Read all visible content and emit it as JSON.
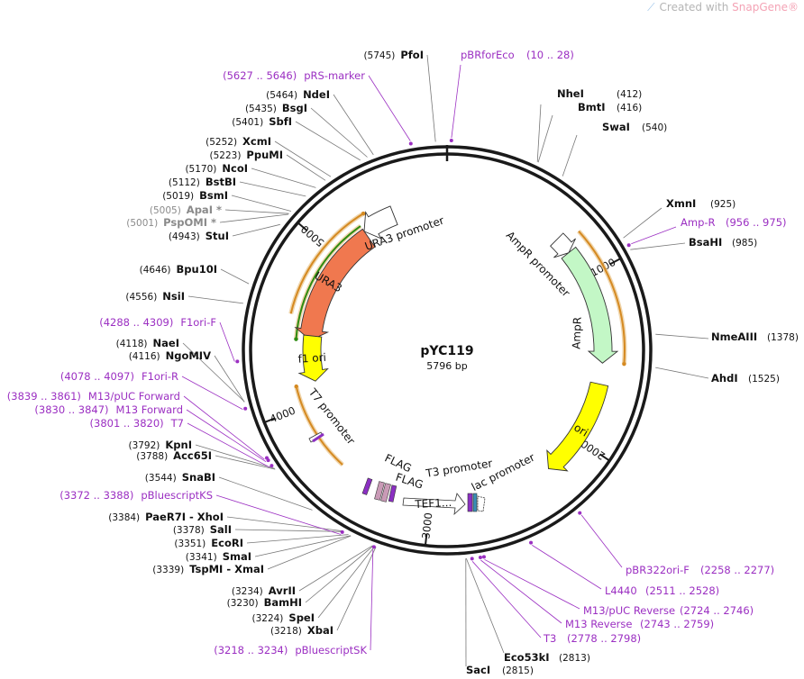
{
  "watermark": {
    "prefix": "Created with ",
    "brand": "SnapGene®"
  },
  "plasmid": {
    "name": "pYC119",
    "length_label": "5796 bp",
    "length": 5796
  },
  "ticks": [
    {
      "bp": 1000,
      "label": "1000"
    },
    {
      "bp": 2000,
      "label": "2000"
    },
    {
      "bp": 3000,
      "label": "3000"
    },
    {
      "bp": 4000,
      "label": "4000"
    },
    {
      "bp": 5000,
      "label": "5000"
    }
  ],
  "features": [
    {
      "id": "ura3",
      "label": "URA3",
      "type": "cds",
      "start": 4415,
      "end": 5235,
      "strand": -1,
      "color": "#f0784f",
      "label_on_arrow": true
    },
    {
      "id": "ura3-promoter",
      "label": "URA3 promoter",
      "type": "promoter",
      "start": 5235,
      "end": 5450,
      "strand": -1,
      "color": "#ffffff"
    },
    {
      "id": "ampr-promoter",
      "label": "AmpR promoter",
      "type": "promoter",
      "start": 720,
      "end": 825,
      "strand": 1,
      "color": "#ffffff"
    },
    {
      "id": "ampr",
      "label": "AmpR",
      "type": "cds",
      "start": 825,
      "end": 1525,
      "strand": 1,
      "color": "#c3f7c6"
    },
    {
      "id": "ori",
      "label": "ori",
      "type": "rep_origin",
      "start": 1650,
      "end": 2245,
      "strand": 1,
      "color": "#ffff00",
      "label_on_arrow": true
    },
    {
      "id": "f1-ori",
      "label": "f1 ori",
      "type": "rep_origin",
      "start": 4135,
      "end": 4445,
      "strand": -1,
      "color": "#ffff00",
      "label_on_arrow": true
    }
  ],
  "orfs": [
    {
      "id": "orf-ura3",
      "start": 4415,
      "end": 5235,
      "strand": -1,
      "color": "#2e8b10"
    },
    {
      "id": "orf-ampr",
      "start": 770,
      "end": 1520,
      "strand": 1,
      "color": "#d58a22"
    },
    {
      "id": "orf-ura3-outer",
      "start": 4560,
      "end": 5290,
      "strand": 1,
      "color": "#d58a22"
    },
    {
      "id": "orf-left",
      "start": 3580,
      "end": 4130,
      "strand": 1,
      "color": "#d58a22"
    }
  ],
  "small_labels": [
    {
      "label": "T7 promoter"
    },
    {
      "label": "FLAG"
    },
    {
      "label": "FLAG"
    },
    {
      "label": "T3 promoter"
    },
    {
      "label": "lac promoter"
    },
    {
      "label": "TEF1..."
    }
  ],
  "sites_right": [
    {
      "name": "NheI",
      "pos": "(412)",
      "bp": 412
    },
    {
      "name": "BmtI",
      "pos": "(416)",
      "bp": 416
    },
    {
      "name": "SwaI",
      "pos": "(540)",
      "bp": 540
    },
    {
      "name": "XmnI",
      "pos": "(925)",
      "bp": 925
    },
    {
      "name": "BsaHI",
      "pos": "(985)",
      "bp": 985
    },
    {
      "name": "NmeAIII",
      "pos": "(1378)",
      "bp": 1378
    },
    {
      "name": "AhdI",
      "pos": "(1525)",
      "bp": 1525
    }
  ],
  "sites_left": [
    {
      "name": "PfoI",
      "pos": "(5745)",
      "bp": 5745
    },
    {
      "name": "NdeI",
      "pos": "(5464)",
      "bp": 5464
    },
    {
      "name": "BsgI",
      "pos": "(5435)",
      "bp": 5435
    },
    {
      "name": "SbfI",
      "pos": "(5401)",
      "bp": 5401
    },
    {
      "name": "XcmI",
      "pos": "(5252)",
      "bp": 5252
    },
    {
      "name": "PpuMI",
      "pos": "(5223)",
      "bp": 5223
    },
    {
      "name": "NcoI",
      "pos": "(5170)",
      "bp": 5170
    },
    {
      "name": "BstBI",
      "pos": "(5112)",
      "bp": 5112
    },
    {
      "name": "BsmI",
      "pos": "(5019)",
      "bp": 5019
    },
    {
      "name": "ApaI *",
      "pos": "(5005)",
      "bp": 5005,
      "grey": true
    },
    {
      "name": "PspOMI *",
      "pos": "(5001)",
      "bp": 5001,
      "grey": true
    },
    {
      "name": "StuI",
      "pos": "(4943)",
      "bp": 4943
    },
    {
      "name": "Bpu10I",
      "pos": "(4646)",
      "bp": 4646
    },
    {
      "name": "NsiI",
      "pos": "(4556)",
      "bp": 4556
    },
    {
      "name": "NaeI",
      "pos": "(4118)",
      "bp": 4118
    },
    {
      "name": "NgoMIV",
      "pos": "(4116)",
      "bp": 4116
    },
    {
      "name": "KpnI",
      "pos": "(3792)",
      "bp": 3792
    },
    {
      "name": "Acc65I",
      "pos": "(3788)",
      "bp": 3788
    },
    {
      "name": "SnaBI",
      "pos": "(3544)",
      "bp": 3544
    },
    {
      "name": "PaeR7I - XhoI",
      "pos": "(3384)",
      "bp": 3384
    },
    {
      "name": "SalI",
      "pos": "(3378)",
      "bp": 3378
    },
    {
      "name": "EcoRI",
      "pos": "(3351)",
      "bp": 3351
    },
    {
      "name": "SmaI",
      "pos": "(3341)",
      "bp": 3341
    },
    {
      "name": "TspMI - XmaI",
      "pos": "(3339)",
      "bp": 3339
    },
    {
      "name": "AvrII",
      "pos": "(3234)",
      "bp": 3234
    },
    {
      "name": "BamHI",
      "pos": "(3230)",
      "bp": 3230
    },
    {
      "name": "SpeI",
      "pos": "(3224)",
      "bp": 3224
    },
    {
      "name": "XbaI",
      "pos": "(3218)",
      "bp": 3218
    }
  ],
  "sites_bottom": [
    {
      "name": "SacI",
      "pos": "(2815)",
      "bp": 2815
    },
    {
      "name": "Eco53kI",
      "pos": "(2813)",
      "bp": 2813
    }
  ],
  "primers_right": [
    {
      "name": "pBRforEco",
      "range": "(10 .. 28)",
      "bp": 19
    },
    {
      "name": "Amp-R",
      "range": "(956 .. 975)",
      "bp": 965
    },
    {
      "name": "pBR322ori-F",
      "range": "(2258 .. 2277)",
      "bp": 2267
    },
    {
      "name": "L4440",
      "range": "(2511 .. 2528)",
      "bp": 2519
    },
    {
      "name": "M13/pUC Reverse",
      "range": "(2724 .. 2746)",
      "bp": 2735
    },
    {
      "name": "M13 Reverse",
      "range": "(2743 .. 2759)",
      "bp": 2751
    },
    {
      "name": "T3",
      "range": "(2778 .. 2798)",
      "bp": 2788
    }
  ],
  "primers_left": [
    {
      "name": "pRS-marker",
      "range": "(5627 .. 5646)",
      "bp": 5636
    },
    {
      "name": "F1ori-F",
      "range": "(4288 .. 4309)",
      "bp": 4298
    },
    {
      "name": "F1ori-R",
      "range": "(4078 .. 4097)",
      "bp": 4087
    },
    {
      "name": "M13/pUC Forward",
      "range": "(3839 .. 3861)",
      "bp": 3850
    },
    {
      "name": "M13 Forward",
      "range": "(3830 .. 3847)",
      "bp": 3838
    },
    {
      "name": "T7",
      "range": "(3801 .. 3820)",
      "bp": 3810
    },
    {
      "name": "pBluescriptKS",
      "range": "(3372 .. 3388)",
      "bp": 3380
    },
    {
      "name": "pBluescriptSK",
      "range": "(3218 .. 3234)",
      "bp": 3226
    }
  ],
  "colors": {
    "primer": "#9b2fc2",
    "backbone": "#1a1a1a",
    "leader": "#777777"
  }
}
